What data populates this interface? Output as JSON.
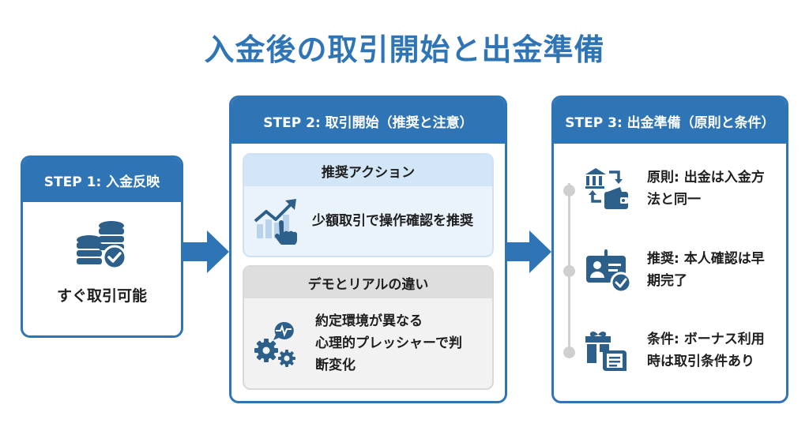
{
  "title": "入金後の取引開始と出金準備",
  "colors": {
    "primary": "#2f75b5",
    "icon": "#2c5f8a",
    "recommend_bg": "#eaf3fb",
    "demo_bg": "#f2f2f2"
  },
  "step1": {
    "header": "STEP 1: 入金反映",
    "icon": "coins-check-icon",
    "label": "すぐ取引可能"
  },
  "step2": {
    "header": "STEP 2: 取引開始（推奨と注意）",
    "recommend": {
      "title": "推奨アクション",
      "icon": "chart-tap-icon",
      "text": "少額取引で操作確認を推奨"
    },
    "demo": {
      "title": "デモとリアルの違い",
      "icon": "gears-chat-icon",
      "lines": [
        "約定環境が異なる",
        "心理的プレッシャーで判",
        "断変化"
      ]
    }
  },
  "step3": {
    "header": "STEP 3: 出金準備（原則と条件）",
    "items": [
      {
        "icon": "bank-wallet-icon",
        "lines": [
          "原則: 出金は入金方",
          "法と同一"
        ]
      },
      {
        "icon": "id-card-check-icon",
        "lines": [
          "推奨: 本人確認は早",
          "期完了"
        ]
      },
      {
        "icon": "gift-document-icon",
        "lines": [
          "条件: ボーナス利用",
          "時は取引条件あり"
        ]
      }
    ]
  }
}
